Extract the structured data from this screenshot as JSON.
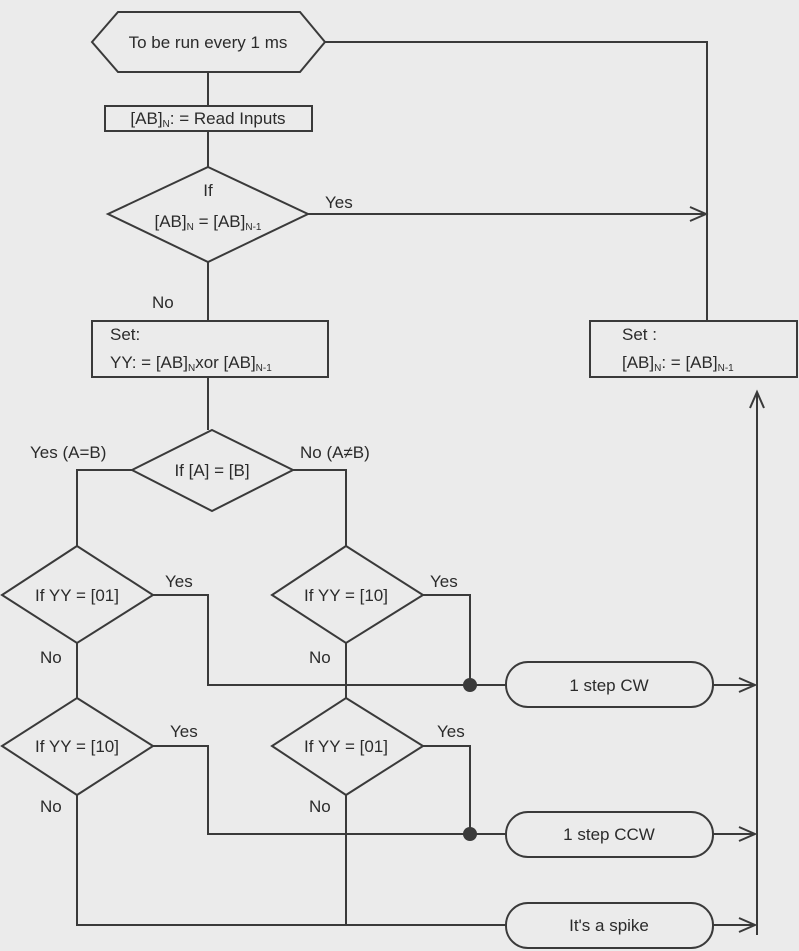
{
  "start": {
    "text": "To be run every 1 ms"
  },
  "read": {
    "prefix": "[AB]",
    "sub": "N",
    "rest": ": = Read Inputs"
  },
  "compare": {
    "line1": "If",
    "a": "[AB]",
    "a_sub": "N",
    "eq": " = [AB]",
    "b_sub": "N-1",
    "yes": "Yes",
    "no": "No"
  },
  "set_xor": {
    "line1": "Set:",
    "p1": "YY: = [AB]",
    "p1_sub": "N",
    "p2": "xor [AB]",
    "p2_sub": "N-1"
  },
  "set_prev": {
    "line1": "Set :",
    "p1": "[AB]",
    "p1_sub": "N",
    "p2": ": = [AB]",
    "p2_sub": "N-1"
  },
  "ab_check": {
    "text": "If [A] = [B]",
    "yes": "Yes (A=B)",
    "no": "No (A≠B)"
  },
  "left_1": {
    "text": "If YY = [01]",
    "yes": "Yes",
    "no": "No"
  },
  "right_1": {
    "text": "If YY = [10]",
    "yes": "Yes",
    "no": "No"
  },
  "left_2": {
    "text": "If YY = [10]",
    "yes": "Yes",
    "no": "No"
  },
  "right_2": {
    "text": "If YY = [01]",
    "yes": "Yes",
    "no": "No"
  },
  "out_cw": {
    "text": "1 step CW"
  },
  "out_ccw": {
    "text": "1 step CCW"
  },
  "out_spike": {
    "text": "It's a spike"
  },
  "colors": {
    "background": "#ebebeb",
    "line": "#3a3a3a",
    "text": "#2b2b2b"
  }
}
